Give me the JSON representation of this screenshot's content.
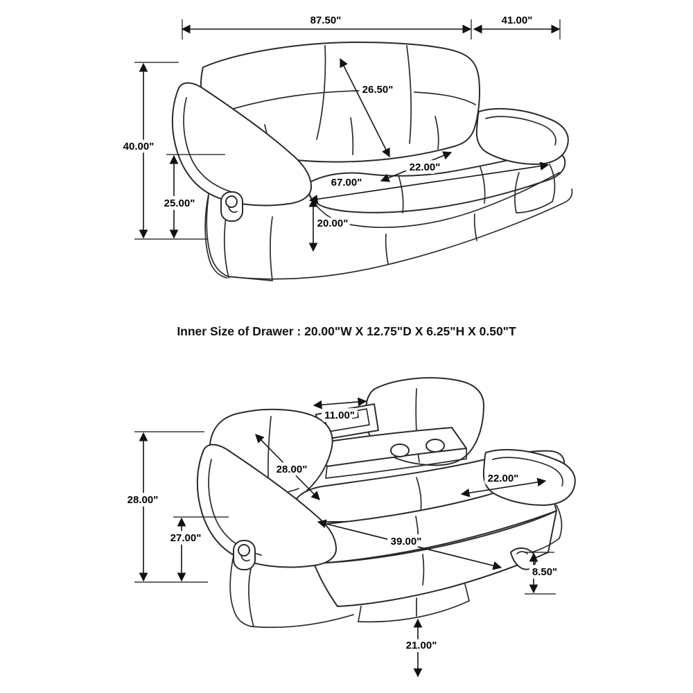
{
  "note": {
    "drawer_size": "Inner Size of Drawer : 20.00\"W X 12.75\"D X 6.25\"H X 0.50\"T"
  },
  "upright_view": {
    "overall_width": "87.50\"",
    "overall_depth": "41.00\"",
    "back_height_diagonal": "26.50\"",
    "overall_height": "40.00\"",
    "arm_height": "25.00\"",
    "inner_seat_width": "67.00\"",
    "seat_depth": "22.00\"",
    "seat_height": "20.00\""
  },
  "reclined_view": {
    "drawer_width": "11.00\"",
    "backrest_width": "28.00\"",
    "seat_width": "22.00\"",
    "reclined_back_height": "28.00\"",
    "arm_height": "27.00\"",
    "extended_length": "39.00\"",
    "footrest_thickness": "8.50\"",
    "footrest_floor_height": "21.00\""
  }
}
